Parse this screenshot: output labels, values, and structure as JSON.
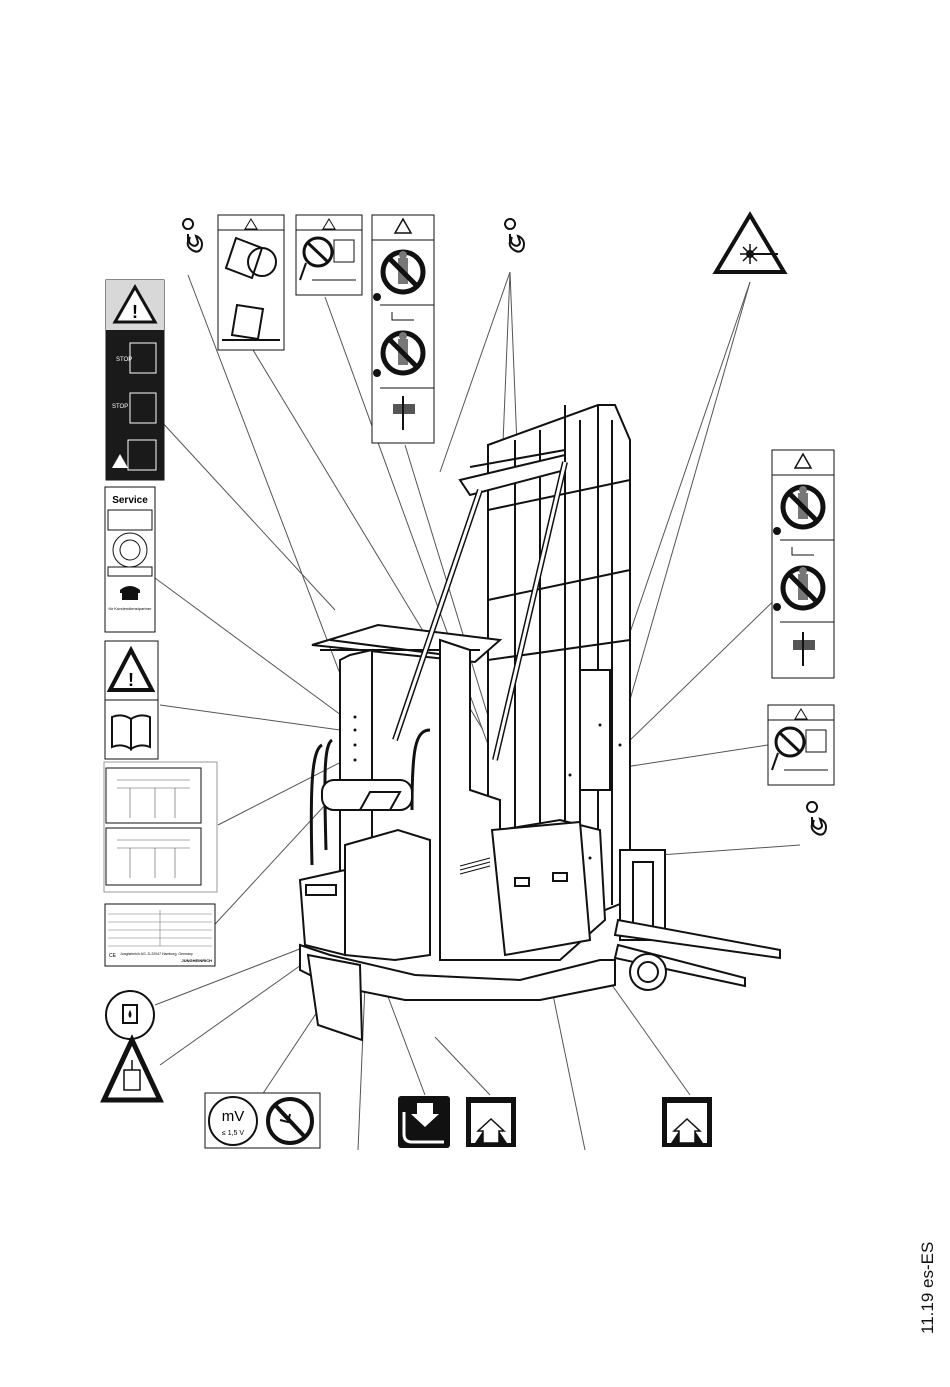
{
  "document": {
    "doc_code": "11.19 es-ES"
  },
  "labels": {
    "service_title": "Service",
    "service_sub": "für Kundendienstpartner",
    "nameplate_company": "Jungheinrich AG, D-22047 Hamburg, Germany",
    "nameplate_brand": "JUNGHEINRICH",
    "nameplate_ce": "CE",
    "millivolt": "mV",
    "millivolt_value": "≤ 1,5 V",
    "stop_text": "STOP"
  },
  "icons": [
    "lifting-point-icon",
    "warning-triangle-icon",
    "tip-over-warning-icon",
    "no-hand-through-mast-icon",
    "no-standing-under-load-icon",
    "hand-crush-icon",
    "laser-radiation-icon",
    "stop-warning-icon",
    "read-manual-icon",
    "hydraulic-oil-icon",
    "battery-weight-icon",
    "no-high-pressure-cleaning-icon",
    "lifting-arrow-icon",
    "lowering-arrow-icon"
  ],
  "colors": {
    "ink": "#111111",
    "panel_dark": "#1a1a1a",
    "panel_grey": "#d8d8d8"
  }
}
